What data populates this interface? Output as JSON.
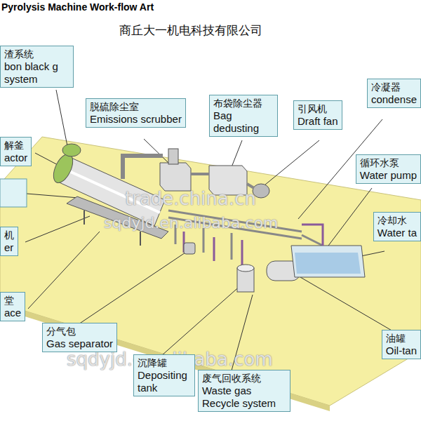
{
  "diagram": {
    "title": "Pyrolysis Machine Work-flow Art",
    "nodes": [
      {
        "text": [
          "渣系统",
          "bon black g system"
        ]
      },
      {
        "text": [
          "解釜",
          "actor"
        ]
      },
      {
        "text": [
          "机",
          "er"
        ]
      },
      {
        "text": [
          "堂",
          "ace"
        ]
      },
      {
        "text": [
          "脱硫除尘室",
          "Emissions scrubber"
        ]
      },
      {
        "text": [
          "布袋除尘器",
          "Bag dedusting"
        ]
      },
      {
        "text": [
          "引风机",
          "Draft fan"
        ]
      },
      {
        "text": [
          "冷凝器",
          "condense"
        ]
      },
      {
        "text": [
          "循环水泵",
          "Water pump"
        ]
      },
      {
        "text": [
          "冷却水",
          "Water ta"
        ]
      },
      {
        "text": [
          "分气包",
          "Gas separator"
        ]
      },
      {
        "text": [
          "沉降罐",
          "Depositing tank"
        ]
      },
      {
        "text": [
          "废气回收系统",
          "Waste gas Recycle system"
        ]
      },
      {
        "text": [
          "油罐",
          "Oil-tan"
        ]
      }
    ],
    "edges": [],
    "labels": [
      "商丘大一机电科技有限公司",
      "trade.china.cn",
      "sqdyjd.en.alibaba.com",
      "sqdyjd.en.alibaba.com"
    ]
  }
}
